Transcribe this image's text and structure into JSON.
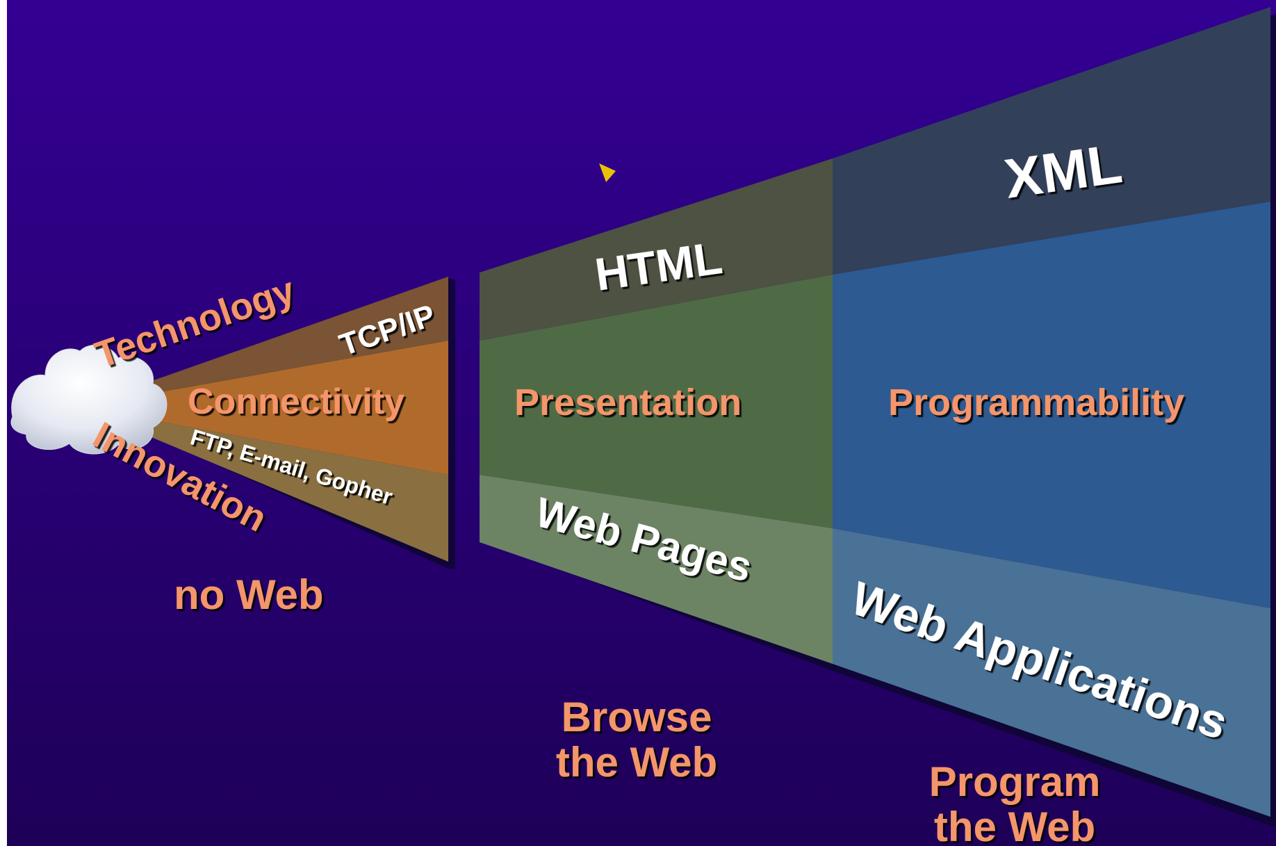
{
  "background": {
    "top": "#330093",
    "bottom": "#1e0058"
  },
  "colors": {
    "label_orange": "#f4956a",
    "label_white": "#ffffff",
    "segment_connectivity": "#b06b2c",
    "segment_presentation": "#4f6b46",
    "segment_programmability": "#2e5a92",
    "pointer": "#e8c200"
  },
  "icons": {
    "cloud": "cloud-icon",
    "pointer": "pointer-arrow-icon"
  },
  "labels": {
    "technology": "Technology",
    "innovation": "Innovation",
    "tcpip": "TCP/IP",
    "connectivity": "Connectivity",
    "ftp": "FTP, E-mail, Gopher",
    "no_web": "no Web",
    "html": "HTML",
    "presentation": "Presentation",
    "web_pages": "Web Pages",
    "browse_line1": "Browse",
    "browse_line2": "the Web",
    "xml": "XML",
    "programmability": "Programmability",
    "web_applications": "Web Applications",
    "program_line1": "Program",
    "program_line2": "the Web"
  }
}
